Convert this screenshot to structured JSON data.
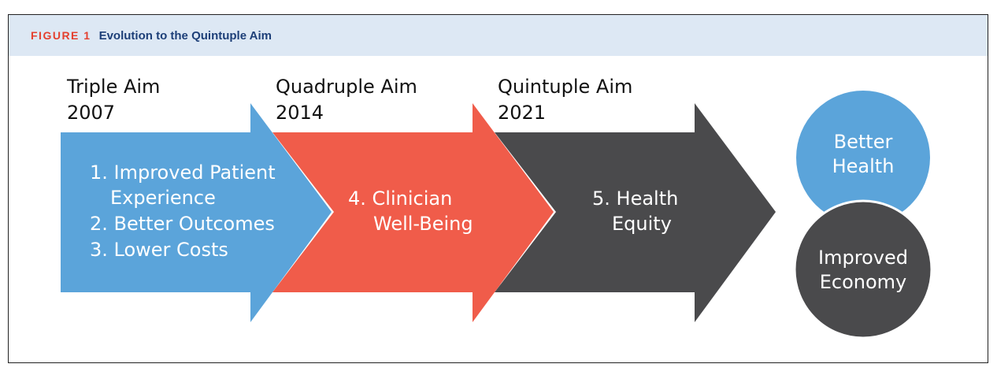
{
  "figure": {
    "label": "FIGURE 1",
    "title": "Evolution to the Quintuple Aim"
  },
  "stages": [
    {
      "name": "Triple Aim",
      "year": "2007",
      "lines": [
        "1. Improved Patient",
        "Experience",
        "2. Better Outcomes",
        "3. Lower Costs"
      ],
      "color": "#5ba4da"
    },
    {
      "name": "Quadruple Aim",
      "year": "2014",
      "lines": [
        "4. Clinician",
        "Well-Being"
      ],
      "color": "#f05c4a"
    },
    {
      "name": "Quintuple Aim",
      "year": "2021",
      "lines": [
        "5. Health",
        "Equity"
      ],
      "color": "#4a4a4c"
    }
  ],
  "outcomes": [
    {
      "lines": [
        "Better",
        "Health"
      ],
      "color": "#5ba4da"
    },
    {
      "lines": [
        "Improved",
        "Economy"
      ],
      "color": "#4a4a4c"
    }
  ]
}
